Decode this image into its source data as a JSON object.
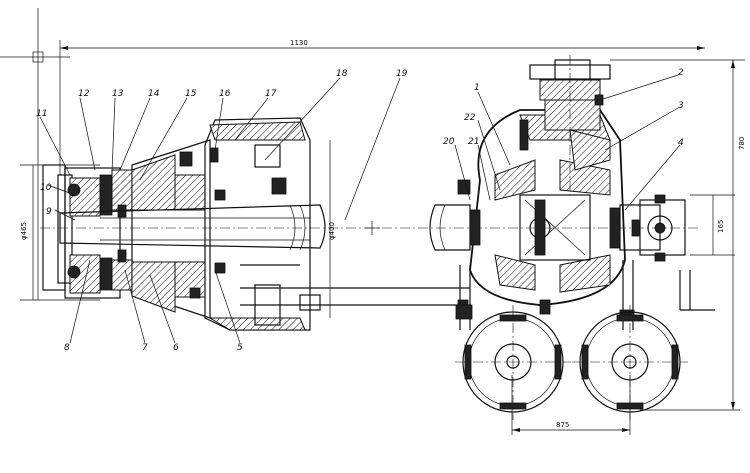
{
  "dimensions": {
    "overall_length": "1130",
    "height": "780",
    "diameter_left": "φ465",
    "diameter_mid": "φ400",
    "shaft_height": "165",
    "wheel_spacing": "875"
  },
  "callouts": [
    "1",
    "2",
    "3",
    "4",
    "5",
    "6",
    "7",
    "8",
    "9",
    "10",
    "11",
    "12",
    "13",
    "14",
    "15",
    "16",
    "17",
    "18",
    "19",
    "20",
    "21",
    "22"
  ]
}
